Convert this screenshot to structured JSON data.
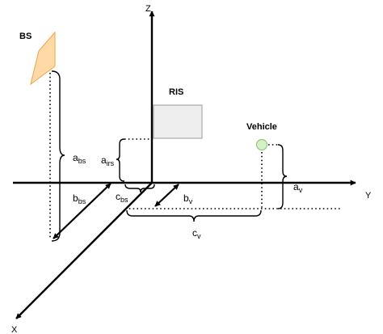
{
  "axes": {
    "z": "Z",
    "y": "Y",
    "x": "X"
  },
  "nodes": {
    "bs": "BS",
    "ris": "RIS",
    "vehicle": "Vehicle"
  },
  "dimensions": {
    "a_bs": {
      "base": "a",
      "sub": "bs"
    },
    "a_irs": {
      "base": "a",
      "sub": "irs"
    },
    "b_bs": {
      "base": "b",
      "sub": "bs"
    },
    "c_bs": {
      "base": "c",
      "sub": "bs"
    },
    "b_v": {
      "base": "b",
      "sub": "v"
    },
    "c_v": {
      "base": "c",
      "sub": "v"
    },
    "a_v": {
      "base": "a",
      "sub": "v"
    }
  },
  "colors": {
    "bs_fill": "#ffd9a6",
    "bs_stroke": "#f0a24a",
    "ris_fill": "#eeeeee",
    "ris_stroke": "#9b9b9b",
    "vehicle_fill": "#d3f0c6",
    "vehicle_stroke": "#7fbf6a",
    "line": "#000000"
  }
}
